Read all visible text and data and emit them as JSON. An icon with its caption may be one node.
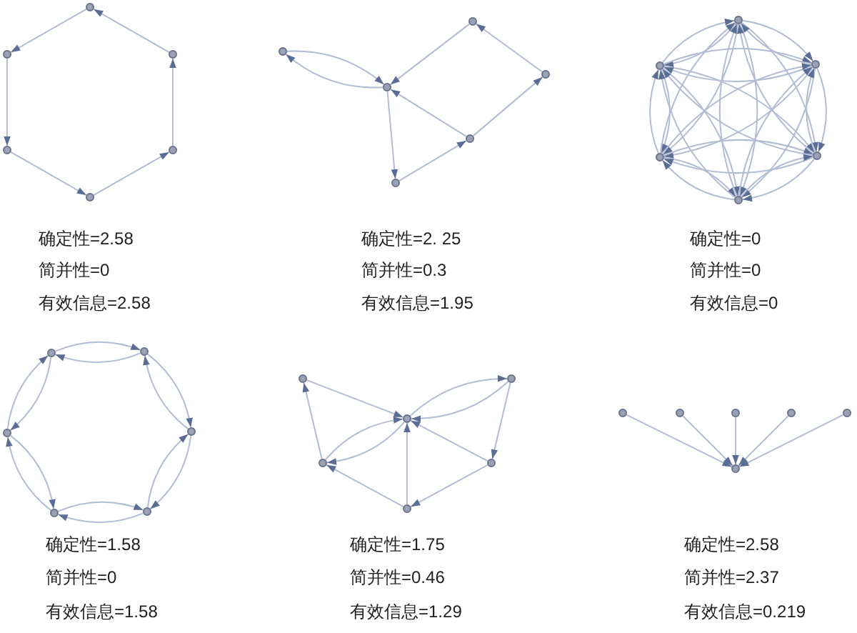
{
  "diagram": {
    "nodes": [
      {
        "text": [],
        "shape": "circle"
      },
      {
        "text": [],
        "shape": "circle"
      },
      {
        "text": [],
        "shape": "circle"
      },
      {
        "text": [],
        "shape": "circle"
      },
      {
        "text": [],
        "shape": "circle"
      },
      {
        "text": [],
        "shape": "circle"
      },
      {
        "text": [],
        "shape": "circle"
      },
      {
        "text": [],
        "shape": "circle"
      },
      {
        "text": [],
        "shape": "circle"
      },
      {
        "text": [],
        "shape": "circle"
      },
      {
        "text": [],
        "shape": "circle"
      },
      {
        "text": [],
        "shape": "circle"
      },
      {
        "text": [],
        "shape": "circle"
      },
      {
        "text": [],
        "shape": "circle"
      },
      {
        "text": [],
        "shape": "circle"
      },
      {
        "text": [],
        "shape": "circle"
      },
      {
        "text": [],
        "shape": "circle"
      },
      {
        "text": [],
        "shape": "circle"
      },
      {
        "text": [],
        "shape": "circle"
      },
      {
        "text": [],
        "shape": "circle"
      },
      {
        "text": [],
        "shape": "circle"
      },
      {
        "text": [],
        "shape": "circle"
      },
      {
        "text": [],
        "shape": "circle"
      },
      {
        "text": [],
        "shape": "circle"
      },
      {
        "text": [],
        "shape": "circle"
      },
      {
        "text": [],
        "shape": "circle"
      },
      {
        "text": [],
        "shape": "circle"
      },
      {
        "text": [],
        "shape": "circle"
      },
      {
        "text": [],
        "shape": "circle"
      },
      {
        "text": [],
        "shape": "circle"
      },
      {
        "text": [],
        "shape": "circle"
      },
      {
        "text": [],
        "shape": "circle"
      },
      {
        "text": [],
        "shape": "circle"
      },
      {
        "text": [],
        "shape": "circle"
      },
      {
        "text": [],
        "shape": "circle"
      },
      {
        "text": [],
        "shape": "circle"
      }
    ],
    "edges": [
      {
        "from": 0,
        "to": 1,
        "arrow": "to"
      },
      {
        "from": 1,
        "to": 3,
        "arrow": "to"
      },
      {
        "from": 3,
        "to": 5,
        "arrow": "to"
      },
      {
        "from": 5,
        "to": 4,
        "arrow": "to"
      },
      {
        "from": 4,
        "to": 2,
        "arrow": "to"
      },
      {
        "from": 2,
        "to": 0,
        "arrow": "to"
      },
      {
        "from": 7,
        "to": 9,
        "arrow": "to"
      },
      {
        "from": 9,
        "to": 7,
        "arrow": "to"
      },
      {
        "from": 6,
        "to": 9,
        "arrow": "to"
      },
      {
        "from": 8,
        "to": 6,
        "arrow": "to"
      },
      {
        "from": 10,
        "to": 8,
        "arrow": "to"
      },
      {
        "from": 10,
        "to": 9,
        "arrow": "to"
      },
      {
        "from": 9,
        "to": 11,
        "arrow": "to"
      },
      {
        "from": 11,
        "to": 10,
        "arrow": "to"
      },
      {
        "from": 12,
        "to": 13,
        "arrow": "to"
      },
      {
        "from": 12,
        "to": 14,
        "arrow": "to"
      },
      {
        "from": 12,
        "to": 15,
        "arrow": "to"
      },
      {
        "from": 12,
        "to": 16,
        "arrow": "to"
      },
      {
        "from": 12,
        "to": 17,
        "arrow": "to"
      },
      {
        "from": 13,
        "to": 12,
        "arrow": "to"
      },
      {
        "from": 13,
        "to": 14,
        "arrow": "to"
      },
      {
        "from": 13,
        "to": 15,
        "arrow": "to"
      },
      {
        "from": 13,
        "to": 16,
        "arrow": "to"
      },
      {
        "from": 13,
        "to": 17,
        "arrow": "to"
      },
      {
        "from": 14,
        "to": 12,
        "arrow": "to"
      },
      {
        "from": 14,
        "to": 13,
        "arrow": "to"
      },
      {
        "from": 14,
        "to": 15,
        "arrow": "to"
      },
      {
        "from": 14,
        "to": 16,
        "arrow": "to"
      },
      {
        "from": 14,
        "to": 17,
        "arrow": "to"
      },
      {
        "from": 15,
        "to": 12,
        "arrow": "to"
      },
      {
        "from": 15,
        "to": 13,
        "arrow": "to"
      },
      {
        "from": 15,
        "to": 14,
        "arrow": "to"
      },
      {
        "from": 15,
        "to": 16,
        "arrow": "to"
      },
      {
        "from": 15,
        "to": 17,
        "arrow": "to"
      },
      {
        "from": 16,
        "to": 12,
        "arrow": "to"
      },
      {
        "from": 16,
        "to": 13,
        "arrow": "to"
      },
      {
        "from": 16,
        "to": 14,
        "arrow": "to"
      },
      {
        "from": 16,
        "to": 15,
        "arrow": "to"
      },
      {
        "from": 16,
        "to": 17,
        "arrow": "to"
      },
      {
        "from": 17,
        "to": 12,
        "arrow": "to"
      },
      {
        "from": 17,
        "to": 13,
        "arrow": "to"
      },
      {
        "from": 17,
        "to": 14,
        "arrow": "to"
      },
      {
        "from": 17,
        "to": 15,
        "arrow": "to"
      },
      {
        "from": 17,
        "to": 16,
        "arrow": "to"
      },
      {
        "from": 18,
        "to": 19,
        "arrow": "to"
      },
      {
        "from": 19,
        "to": 18,
        "arrow": "to"
      },
      {
        "from": 19,
        "to": 21,
        "arrow": "to"
      },
      {
        "from": 21,
        "to": 19,
        "arrow": "to"
      },
      {
        "from": 21,
        "to": 23,
        "arrow": "to"
      },
      {
        "from": 23,
        "to": 21,
        "arrow": "to"
      },
      {
        "from": 23,
        "to": 22,
        "arrow": "to"
      },
      {
        "from": 22,
        "to": 23,
        "arrow": "to"
      },
      {
        "from": 22,
        "to": 20,
        "arrow": "to"
      },
      {
        "from": 20,
        "to": 22,
        "arrow": "to"
      },
      {
        "from": 20,
        "to": 18,
        "arrow": "to"
      },
      {
        "from": 18,
        "to": 20,
        "arrow": "to"
      },
      {
        "from": 24,
        "to": 26,
        "arrow": "to"
      },
      {
        "from": 26,
        "to": 27,
        "arrow": "to"
      },
      {
        "from": 26,
        "to": 25,
        "arrow": "to"
      },
      {
        "from": 25,
        "to": 26,
        "arrow": "to"
      },
      {
        "from": 25,
        "to": 28,
        "arrow": "to"
      },
      {
        "from": 27,
        "to": 24,
        "arrow": "to"
      },
      {
        "from": 27,
        "to": 26,
        "arrow": "to"
      },
      {
        "from": 28,
        "to": 26,
        "arrow": "to"
      },
      {
        "from": 28,
        "to": 29,
        "arrow": "to"
      },
      {
        "from": 29,
        "to": 26,
        "arrow": "to"
      },
      {
        "from": 29,
        "to": 27,
        "arrow": "to"
      },
      {
        "from": 30,
        "to": 35,
        "arrow": "to"
      },
      {
        "from": 31,
        "to": 35,
        "arrow": "to"
      },
      {
        "from": 32,
        "to": 35,
        "arrow": "to"
      },
      {
        "from": 33,
        "to": 35,
        "arrow": "to"
      },
      {
        "from": 34,
        "to": 35,
        "arrow": "to"
      }
    ],
    "labels": [
      "确定性=2.58",
      "简并性=0",
      "有效信息=2.58",
      "确定性=2. 25",
      "简并性=0.3",
      "有效信息=1.95",
      "确定性=0",
      "简并性=0",
      "有效信息=0",
      "确定性=1.58",
      "简并性=0",
      "有效信息=1.58",
      "确定性=1.75",
      "简并性=0.46",
      "有效信息=1.29",
      "确定性=2.58",
      "简并性=2.37",
      "有效信息=0.219"
    ]
  }
}
